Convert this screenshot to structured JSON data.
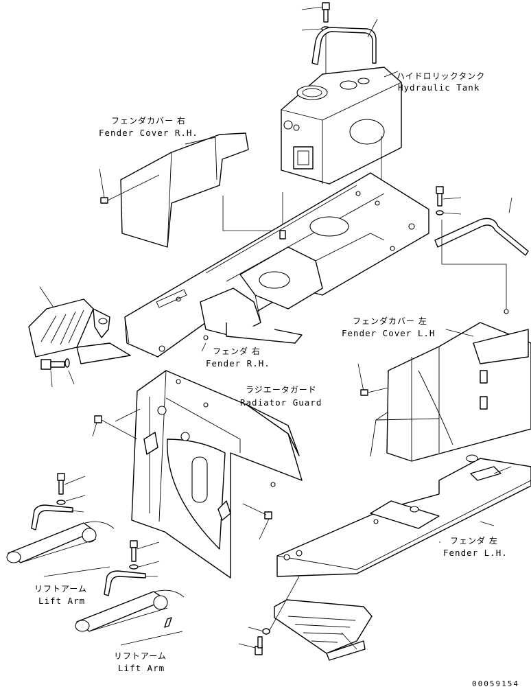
{
  "labels": {
    "hydraulic_tank_jp": "ハイドロリックタンク",
    "hydraulic_tank_en": "Hydraulic Tank",
    "fender_cover_rh_jp": "フェンダカバー 右",
    "fender_cover_rh_en": "Fender Cover R.H.",
    "fender_cover_lh_jp": "フェンダカバー 左",
    "fender_cover_lh_en": "Fender Cover L.H",
    "fender_rh_jp": "フェンダ 右",
    "fender_rh_en": "Fender R.H.",
    "radiator_guard_jp": "ラジエータガード",
    "radiator_guard_en": "Radiator Guard",
    "fender_lh_jp": "フェンダ 左",
    "fender_lh_en": "Fender L.H.",
    "lift_arm_1_jp": "リフトアーム",
    "lift_arm_1_en": "Lift Arm",
    "lift_arm_2_jp": "リフトアーム",
    "lift_arm_2_en": "Lift Arm"
  },
  "document_id": "00059154"
}
